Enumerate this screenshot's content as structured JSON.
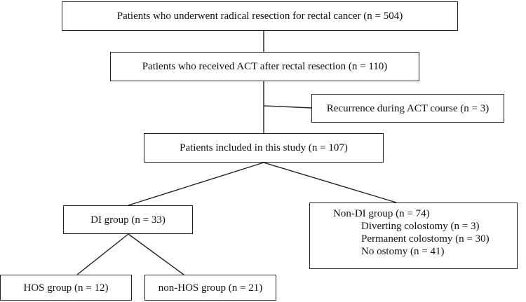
{
  "boxes": {
    "total": "Patients who underwent radical resection for rectal cancer (n = 504)",
    "act": "Patients who received ACT after rectal resection (n = 110)",
    "recurrence": "Recurrence during ACT course (n = 3)",
    "included": "Patients included in this study (n = 107)",
    "di_group": "DI group (n = 33)",
    "non_di_group": {
      "title": "Non-DI group (n = 74)",
      "items": [
        "Diverting colostomy (n = 3)",
        "Permanent colostomy (n = 30)",
        "No ostomy (n = 41)"
      ]
    },
    "hos_group": "HOS group (n = 12)",
    "non_hos_group": "non-HOS group (n = 21)"
  }
}
